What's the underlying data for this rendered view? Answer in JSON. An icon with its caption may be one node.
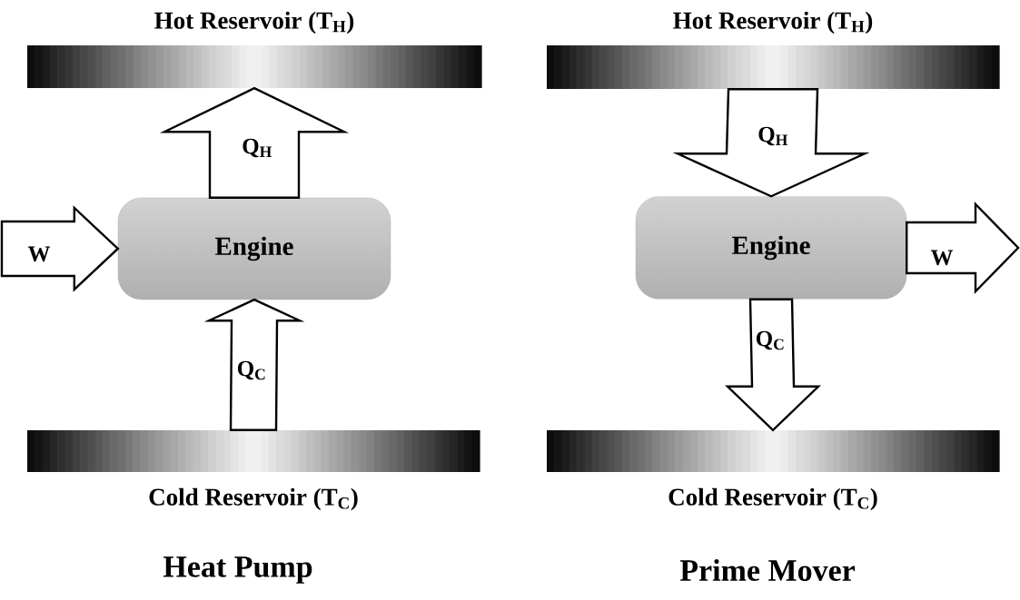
{
  "diagram": {
    "nodes": [
      {
        "text": [
          "Hot Reservoir (T$_{H}$)"
        ]
      },
      {
        "text": [
          "Engine"
        ]
      },
      {
        "text": [
          "Cold Reservoir (T$_{C}$)"
        ]
      },
      {
        "text": [
          "Hot Reservoir (T$_{H}$)"
        ]
      },
      {
        "text": [
          "Engine"
        ]
      },
      {
        "text": [
          "Cold Reservoir (T$_{C}$)"
        ]
      }
    ],
    "edges": [
      {
        "from": 1,
        "to": 0,
        "arrow": "to",
        "label": "Q$_{H}$"
      },
      {
        "from": null,
        "to": 1,
        "arrow": "to",
        "label": "W"
      },
      {
        "from": 2,
        "to": 1,
        "arrow": "to",
        "label": "Q$_{C}$"
      },
      {
        "from": 3,
        "to": 4,
        "arrow": "to",
        "label": "Q$_{H}$"
      },
      {
        "from": 4,
        "to": null,
        "arrow": "to",
        "label": "W"
      },
      {
        "from": 4,
        "to": 5,
        "arrow": "to",
        "label": "Q$_{C}$"
      }
    ],
    "labels": [
      "Heat Pump",
      "Prime Mover"
    ]
  }
}
